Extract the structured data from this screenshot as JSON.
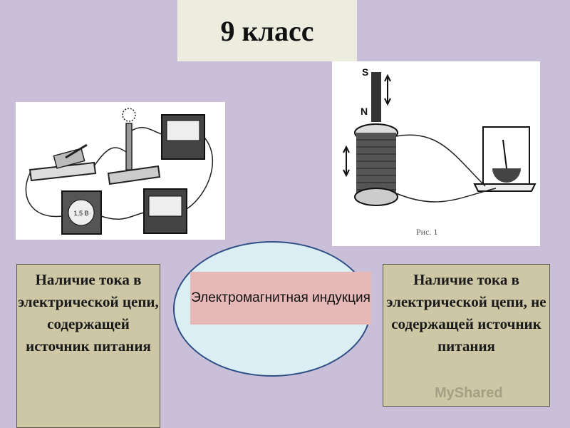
{
  "slide": {
    "title": "9 класс",
    "left_text": "Наличие тока в электрической цепи, содержащей источник питания",
    "center_label": "Электромагнитная индукция",
    "right_text": "Наличие тока в электрической цепи, не содержащей источник питания",
    "watermark": "MyShared"
  },
  "left_figure": {
    "battery_label": "1,5 В"
  },
  "right_figure": {
    "magnet_top": "S",
    "magnet_bottom": "N",
    "caption": "Рис. 1"
  },
  "colors": {
    "background": "#c9bfd8",
    "title_box": "#ececdf",
    "text_box": "#cdc7a6",
    "ellipse_fill": "#daeef3",
    "ellipse_border": "#2e4f86",
    "center_label": "#e6b8b7"
  }
}
